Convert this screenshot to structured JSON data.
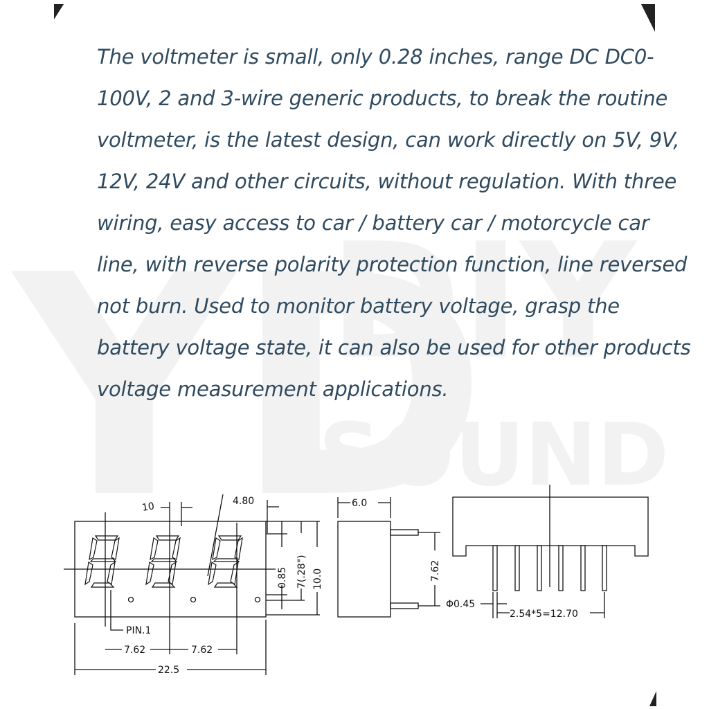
{
  "description": "The voltmeter is small, only 0.28 inches, range DC DC0-100V, 2 and 3-wire generic products, to break the routine voltmeter, is the latest design, can work directly on 5V, 9V, 12V, 24V and other circuits, without regulation. With three wiring, easy access to car / battery car / motorcycle car line, with reverse polarity protection function, line reversed not burn. Used to monitor battery voltage, grasp the battery voltage state, it can also be used for other products voltage measurement applications.",
  "watermark": {
    "logo": "YD",
    "brand": "DIY",
    "sub": "SOUND"
  },
  "dimensions": {
    "seg_width": "10",
    "angle": "4.80",
    "digit_height": "0.85",
    "inch": "7(.28\")",
    "body_height": "10.0",
    "pin1": "PIN.1",
    "pitch_a": "7.62",
    "pitch_b": "7.62",
    "total_width": "22.5",
    "depth": "6.0",
    "row_spacing": "7.62",
    "pin_dia": "Φ0.45",
    "pin_span": "2.54*5=12.70"
  },
  "colors": {
    "text": "#2f4a5e",
    "watermark": "#f1f1f1",
    "line": "#111111"
  }
}
